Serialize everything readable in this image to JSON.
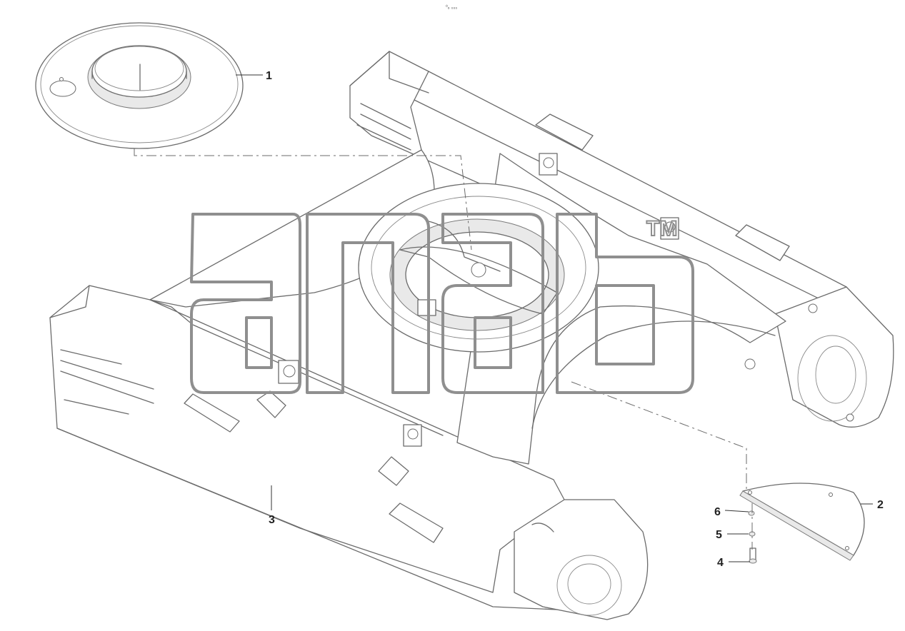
{
  "header_mark": "⁰₆ ₀₀₀",
  "watermark": {
    "text": "TM"
  },
  "callouts": [
    {
      "id": "1",
      "label": "1"
    },
    {
      "id": "2",
      "label": "2"
    },
    {
      "id": "3",
      "label": "3"
    },
    {
      "id": "4",
      "label": "4"
    },
    {
      "id": "5",
      "label": "5"
    },
    {
      "id": "6",
      "label": "6"
    }
  ]
}
